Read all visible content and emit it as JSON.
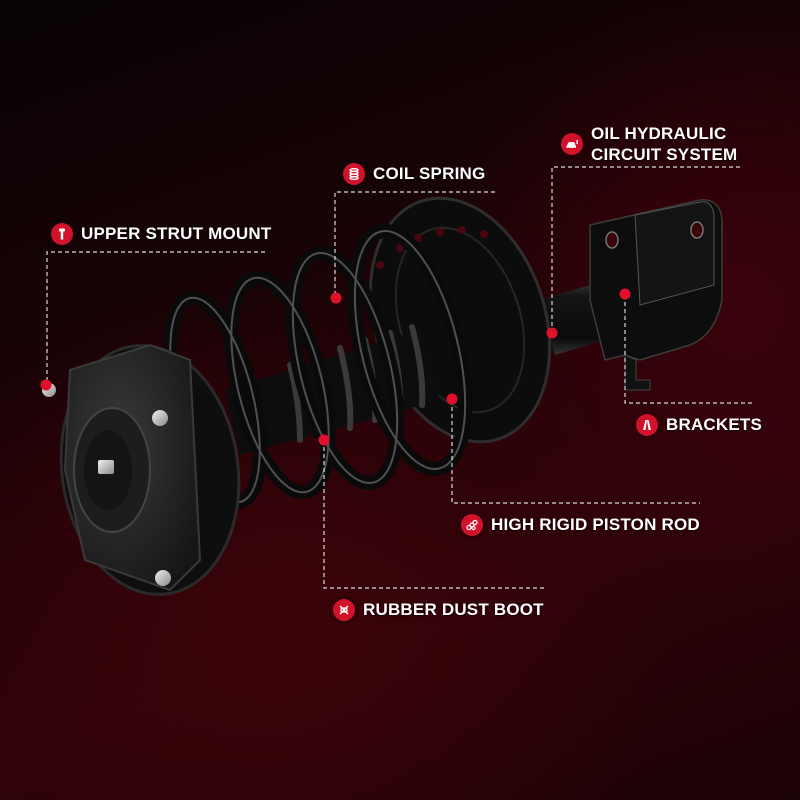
{
  "diagram": {
    "subject": "Front strut and coil spring assembly",
    "colors": {
      "background_dark": "#120305",
      "background_red": "#3a0309",
      "accent": "#d0132a",
      "label_text": "#ffffff",
      "leader_line": "#d9d9d9"
    },
    "callouts": [
      {
        "id": "upper-strut-mount",
        "label": "UPPER STRUT MOUNT",
        "icon": "bolt-icon"
      },
      {
        "id": "coil-spring",
        "label": "COIL SPRING",
        "icon": "spring-icon"
      },
      {
        "id": "oil-hydraulic",
        "label": "OIL HYDRAULIC\nCIRCUIT SYSTEM",
        "icon": "car-oil-icon"
      },
      {
        "id": "brackets",
        "label": "BRACKETS",
        "icon": "bracket-icon"
      },
      {
        "id": "piston-rod",
        "label": "HIGH RIGID PISTON ROD",
        "icon": "rods-icon"
      },
      {
        "id": "dust-boot",
        "label": "RUBBER DUST BOOT",
        "icon": "boot-icon"
      }
    ]
  }
}
